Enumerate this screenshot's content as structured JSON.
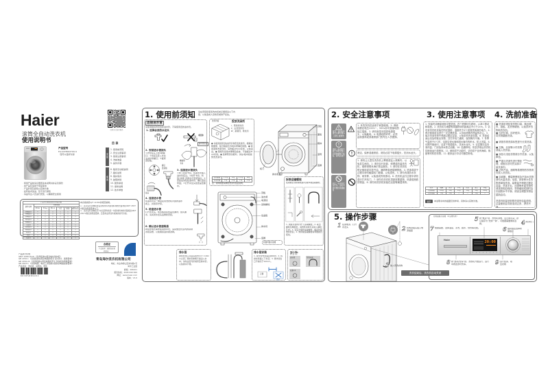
{
  "cover": {
    "brand": "Haier",
    "product_name": "滚筒全自动洗衣机",
    "doc_title": "使用说明书",
    "qr_caption": "扫码关注海尔服务",
    "model_label": "产品型号",
    "model_lines": "EG100HBD979SU1\n（型号以铭牌为准）",
    "features": "· 使用产品前请仔细阅读本说明书并妥善保管\n· 本产品仅适用于家庭使用\n· 产品外观及颜色以实物为准\n· 如有技术改进，恕不另行通知\n· 请由专业人员进行安装，以确保安全使用",
    "toc": {
      "title": "目  录",
      "groups": [
        {
          "label": "安装",
          "items": [
            "1. 使用前须知",
            "2. 安全注意事项",
            "3. 使用注意事项",
            "4. 洗前准备",
            "5. 操作步骤"
          ]
        },
        {
          "label": "使用",
          "items": [
            "6. 程序及功能说明",
            "7. 图标说明",
            "8. 维护保养",
            "9. 故障排除",
            "10. 服务承诺",
            "11. 保修说明",
            "12. 技术参数"
          ]
        }
      ]
    },
    "hazard": {
      "title": "产品中有害物质的名称及含量",
      "group_header": "有害物质",
      "columns": [
        "部件名称",
        "铅(Pb)",
        "汞(Hg)",
        "镉(Cd)",
        "六价铬(Cr(VI))",
        "多溴联苯(PBB)",
        "多溴二苯醚(PBDE)"
      ],
      "rows": [
        [
          "外箱组件",
          "×",
          "○",
          "○",
          "○",
          "○",
          "○"
        ],
        [
          "内桶组件",
          "○",
          "○",
          "○",
          "○",
          "○",
          "○"
        ],
        [
          "外桶组件",
          "○",
          "○",
          "○",
          "○",
          "○",
          "○"
        ],
        [
          "电机组件",
          "×",
          "○",
          "○",
          "○",
          "○",
          "○"
        ],
        [
          "电器组件",
          "×",
          "○",
          "○",
          "○",
          "○",
          "○"
        ],
        [
          "门组件",
          "×",
          "○",
          "○",
          "○",
          "○",
          "○"
        ],
        [
          "控制组件",
          "×",
          "○",
          "○",
          "○",
          "○",
          "○"
        ],
        [
          "管路组件",
          "○",
          "○",
          "○",
          "○",
          "○",
          "○"
        ],
        [
          "紧固件",
          "×",
          "○",
          "○",
          "○",
          "○",
          "○"
        ],
        [
          "附件",
          "○",
          "○",
          "○",
          "○",
          "○",
          "○"
        ],
        [
          "包装件",
          "○",
          "○",
          "○",
          "○",
          "○",
          "○"
        ]
      ],
      "notes_title": "本表格依据SJ/T 11364的规定编制。",
      "notes": "○：表示该有害物质在该部件所有均质材料中的含量均在GB/T 26572规定的限量要求以下。\n×：表示该有害物质至少在该部件的某一均质材料中的含量超出GB/T 26572规定的限量要求，且目前业界没有成熟的替代方案。"
    },
    "certificate": {
      "title": "合格证",
      "line1": "产品名称：滚筒洗衣机",
      "line2": "检验员："
    },
    "company": {
      "name": "青岛海尔洗衣机有限公司",
      "details": "地址：青岛市崂山区海尔路1号\n海尔工业园\n邮编：266101\n服务热线：4006 999 999\n网址：www.haier.com\n版本：V1.0"
    },
    "standards": "产品执行标准：\n GB/T 4288-2018 《家用和类似用途电动洗衣机》\n GB 4706.1 《家用和类似用途电器的安全 第1部分：通用要求》\n GB 4706.24 《家用和类似用途电器的安全 洗衣机的特殊要求》\n GB 4343.1 《家用电器、电动工具和类似器具的电磁兼容要求》\n产品包装：洗衣机、说明书、附件",
    "barcode_number": "0030508945C"
  },
  "s1": {
    "title": "1. 使用前须知",
    "intro": "请在安装和使用洗衣机前仔细阅读以下内容，以免造成人身伤害或财产损失。",
    "inlet": {
      "title": "连接进水管",
      "intro": "请使用随机附带的新进水管，不得使用旧的进水管。",
      "steps": [
        {
          "title": "1. 选择合适的水龙头"
        },
        {
          "title": "2. 安装进水管接头",
          "text": "①拧松接头上的4颗螺钉；②将接头套入水龙头并拧紧螺钉；③旋紧连接板。"
        },
        {
          "title": "3. 连接进水管接头",
          "text": "①向下拉动卡扣，将进水管插入进水管接头；②松开卡扣，听到“咔嗒”声即表示安装到位；③安装后请轻拉进水管，确认连接牢固；④打开水龙头检查是否漏水。"
        },
        {
          "title": "4. 连接进水管",
          "text": "将进水管另一端连接到洗衣机背部的进水阀上，并用手拧紧。"
        },
        {
          "title": "5. 检查进水管",
          "text": "打开水龙头，检查各连接处是否漏水；如有漏水，请关闭水龙头后重新安装。"
        },
        {
          "title": "6. 确认进水管道畅通",
          "text": "新装修或长期未使用的水管，请先放出管道内的铁锈水和杂质，以免堵塞进水阀滤网。"
        }
      ],
      "labels": {
        "joint": "进水管接头",
        "screw": "螺钉",
        "plate": "连接板",
        "gasket": "橡胶垫",
        "clip": "卡扣",
        "nut": "接头"
      }
    },
    "detergent": {
      "drawer_label": "洗涤剂盒",
      "title": "投放洗涤剂",
      "compartments": "Ⅰ：预洗洗涤剂\nⅡ：主洗洗涤剂\n✿：柔顺剂、软化剂",
      "text": "● 请使用滚筒洗衣机专用低泡洗涤剂，根据衣物重量、脏污程度及当地水质确定用量。● 使用液体洗涤剂时，请勿超过MAX标线，以免溢出。● 柔顺剂请用水稀释后投放，不得超过MAX标线。● 选择预洗功能时，请在Ⅰ格中投放预洗洗涤剂。",
      "table": {
        "headers": [
          "衣物重量",
          "1.5kg",
          "3kg",
          "4.5kg",
          "6kg"
        ],
        "row": [
          "洗涤剂量",
          "15g",
          "25g",
          "35g",
          "45g"
        ]
      },
      "note": "注：具体用量请参照洗涤剂包装说明。"
    },
    "front_parts": {
      "top": "顶板",
      "panel": "面板",
      "box": "箱体",
      "drum": "滚筒",
      "feet": "底脚",
      "door": "机门",
      "pump": "排水泵盖"
    },
    "rear_parts": {
      "top": "顶板",
      "valve": "进水阀",
      "cord": "电源线",
      "bolt": "运输螺栓",
      "cover": "后盖板",
      "drain": "排水管",
      "feet": "底脚",
      "caption": "机器背面示意图"
    },
    "bolts": {
      "title": "拆除运输螺栓",
      "intro": "使用前必须拆除机器背部的4颗运输螺栓。",
      "text": "1. 用扳手逆时针拧下运输螺栓；2. 取出螺栓及橡胶套，将附件中的孔塞塞入螺栓孔内；3. 请妥善保管运输螺栓，搬运时需重新安装；4. 未拆除运输螺栓将导致剧烈振动。"
    },
    "drain": {
      "title": "排水管",
      "text": "排水管出口高度应在80cm～100cm之间；排水管末端不得浸入水中；请勿过度弯折或挤压排水管，以免排水不畅。"
    },
    "drain_install": {
      "title": "排水管安装",
      "text": "1. 用弯管支架固定排水管；2. 将排水管插入下水道；3. 排水管出口不得高于100cm。",
      "fig1": "正确",
      "fig2": "错误"
    },
    "accessories": {
      "title": "附件",
      "items": [
        "进水管",
        "弯管支架",
        "孔塞×4"
      ]
    }
  },
  "s2": {
    "title": "2. 安全注意事项",
    "legend": {
      "warning": "警告：表示如不遵守可能导致人员死亡或重伤",
      "caution": "注意：表示如不遵守可能导致人员受伤或财产损失，请务必遵守",
      "prohibit": "禁止：表示禁止的行为，违反可能导致危险或故障"
    },
    "warning_text": "1. 本洗衣机仅适用于家庭使用。2. 请使用额定电压220V~、50Hz并可靠接地的独立插座。3. 请勿用湿手插拔电源插头，以免触电。4. 电源线损坏时，必须由制造商或其维修部门的专业人员更换。",
    "caution_text": "清洁、保养或维修前，请务必拔下电源插头，关闭水龙头。",
    "prohibit_text": "1. 请勿让儿童在洗衣机上攀爬或钻入滚筒内，以免发生危险。2. 请勿自行拆卸、修理或改装洗衣机，维修请联系海尔售后服务。3. 请勿在洗衣机附近使用或存放汽油、酒精等易燃易爆物品。4. 洗涤或烘干过程中请勿触摸机门玻璃，以免烫伤。5. 请勿洗涤防水衣物、雨衣等，以免造成异常振动。6. 洗衣机运行过程中请勿强行打开机门。7. 请勿在洗衣机顶部放置重物、热源或燃着的物品。8. 请勿将洗衣机安装在浴室等潮湿场所。"
  },
  "s3": {
    "title": "3. 使用注意事项",
    "text": "1. 安装时请确保地面平整坚固，四个底脚均匀着地，以减少振动和噪音。2. 洗衣机与墙壁等周围物体的距离应不小于2cm。3. 请勿将洗衣机安装在阳光直射、温度低于0℃或易受雨淋的地方。4. 首次使用前请进行一次空桶洗涤，以清除滚筒内残留的灰尘。5. 每次洗涤衣物不得超过额定容量，以免影响洗涤效果。6. 洗涤结束后请及时取出衣物，并打开机门通风，保持筒内干燥。7. 冬季气温低于0℃时，请排空进水管和排水管内的积水，防止冻裂。8. 长期不使用时，请拔下电源插头，关闭水龙头。9. 请定期清洁洗涤剂盒、门封及排水泵过滤器。10. 如遇停电，恢复供电后洗衣机将继续运行原程序。11. 使用烘干功能时，请勿烘干含有海绵、橡胶等材料的衣物。12. 程序运行中请勿随意断电。",
    "table": {
      "headers": [
        "程序",
        "棉麻",
        "化纤",
        "羊毛",
        "快洗",
        "混合",
        "单脱"
      ],
      "rows": [
        [
          "洗涤容量",
          "10kg",
          "5kg",
          "2kg",
          "3kg",
          "5kg",
          "10kg"
        ],
        [
          "烘干容量",
          "7kg",
          "3kg",
          "—",
          "—",
          "3kg",
          "—"
        ]
      ]
    },
    "note_label": "提示",
    "note": "本说明书中的插图仅供参考，具体请以实物为准。"
  },
  "s4": {
    "title": "4. 洗前准备",
    "items": [
      "■ 洗涤前请检查衣物口袋，取出硬币、钥匙、发夹等硬物，以免损坏衣物和洗衣机。",
      "■ 拉好拉链、扣好纽扣，将衣物翻面洗涤。",
      "■ 请按衣物洗涤标签进行分类洗涤。",
      "■ 文胸、丝袜等小件衣物请装入洗衣袋。",
      "■ 深色与浅色衣物请分开洗涤，以免串色。",
      "■ 严重污渍请先进行预处理，顽固污渍可先涂抹少量洗涤剂。",
      "■ 沾有汽油、酒精等易燃物的衣物请勿放入洗衣机。",
      "■ 羽绒服、睡袋等蓬松及不吸水衣物请勿大量洗涤；毛毯、床单等大件衣物请单独洗涤，装载量不得超过额定容量；洗涤羊毛、丝绸等贵重衣物时请选择相应程序；衣物缠绕成团时会引起脱水不平衡，请适当调整衣物后重新启动。",
      "洗涤剂用量请参照洗涤剂包装说明，过量使用会导致泡沫过多、漂洗不净。"
    ]
  },
  "s5": {
    "title": "5. 操作步骤",
    "panel_caption": "控制面板示意图（以实物为准）",
    "panel_brand": "Haier",
    "display_value": "20:00",
    "steps": [
      {
        "num": "1",
        "text": "接通电源，打开水龙头"
      },
      {
        "num": "2",
        "text": "将电源插头插入电源插座"
      },
      {
        "num": "3",
        "text": "放入待洗衣物"
      },
      {
        "num": "4",
        "text": "关好机门"
      },
      {
        "num": "5",
        "text": "按“电源”键，洗衣机通电，显示屏点亮；默认程序为“洗烘一体”，可根据需要重新选择。"
      },
      {
        "num": "6",
        "text": "旋转旋钮选择所需程序"
      },
      {
        "num": "7",
        "text": "根据需要，选择温度、漂洗、脱水、预约等功能。"
      },
      {
        "num": "8",
        "text": "按“启动/暂停”键，洗衣机开始运行，运行中按此键可暂停。"
      },
      {
        "num": "9",
        "text": "运行结束，取出衣物"
      }
    ],
    "end_banner": "洗衣结束后，洗衣机自动关闭"
  },
  "colors": {
    "frame": "#6b6b6b",
    "legend_gray": "#8d8d8d",
    "brand_blue": "#1f5ea8",
    "display_orange": "#ff8c1a",
    "drain_blue": "#3b78c4"
  }
}
